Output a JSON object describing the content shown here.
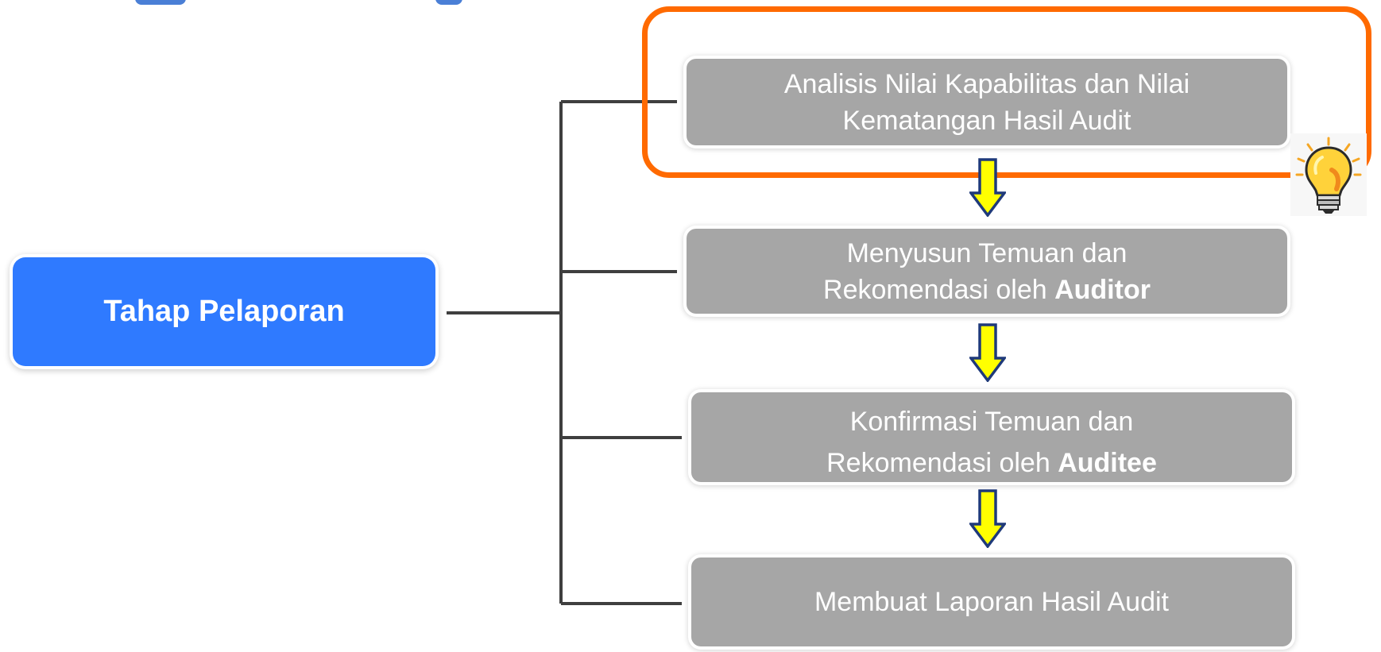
{
  "diagram": {
    "root": {
      "label": "Tahap Pelaporan"
    },
    "steps": [
      {
        "line1": "Analisis Nilai Kapabilitas dan Nilai",
        "line2": "Kematangan Hasil Audit"
      },
      {
        "line1": "Menyusun Temuan dan",
        "line2_prefix": "Rekomendasi oleh ",
        "line2_bold": "Auditor"
      },
      {
        "line1": "Konfirmasi Temuan dan",
        "line2_prefix": "Rekomendasi oleh ",
        "line2_bold": "Auditee"
      },
      {
        "line1": "Membuat Laporan Hasil Audit"
      }
    ],
    "highlight_step": 1,
    "icons": {
      "flow_arrow": "down-arrow-icon",
      "idea": "lightbulb-icon"
    }
  },
  "colors": {
    "root_fill": "#2f7aff",
    "step_fill": "#a6a6a6",
    "highlight_border": "#ff6a00",
    "arrow_fill": "#ffff00",
    "arrow_outline": "#1f3a7a",
    "connector": "#3f3f3f",
    "title_fragment": "#4a7fd6"
  }
}
